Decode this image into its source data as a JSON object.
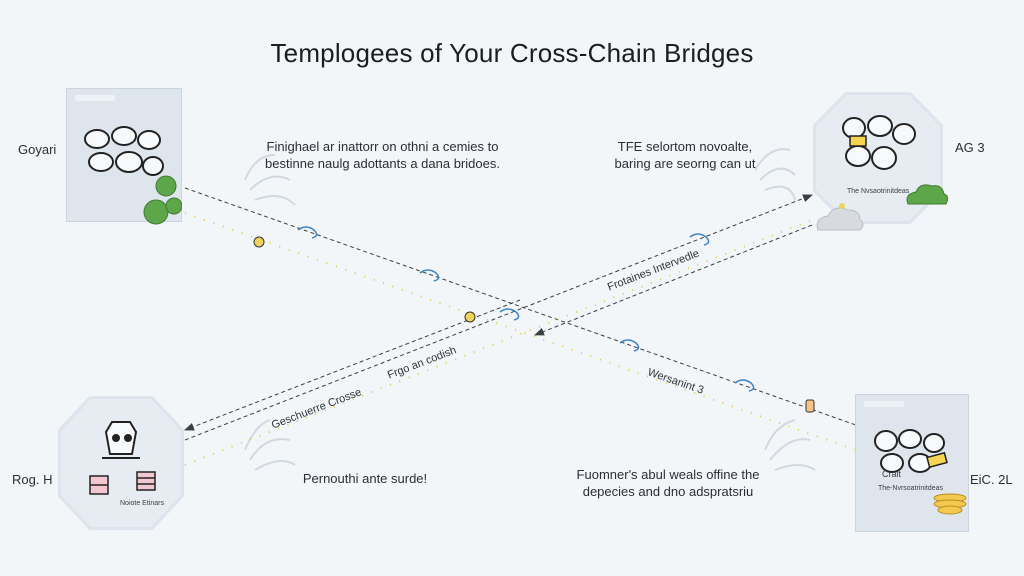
{
  "title": "Templogees of Your Cross-Chain Bridges",
  "corners": {
    "top_left": "Goyari",
    "top_right": "AG 3",
    "bottom_left": "Rog. H",
    "bottom_right": "EiC. 2L"
  },
  "captions": {
    "top_left_line1": "Finighael ar inattorr on othni a cemies to",
    "top_left_line2": "bestinne naulg adottants a dana bridoes.",
    "top_right_line1": "TFE selortom novoalte,",
    "top_right_line2": "baring are seorng can ut",
    "bottom_left": "Pernouthi ante surde!",
    "bottom_right_line1": "Fuomner's abul weals offine the",
    "bottom_right_line2": "depecies and dno adspratsriu"
  },
  "line_labels": {
    "upper_right": "Frotaines Intervedle",
    "lower_right": "Wersanint 3",
    "lower_left": "Geschuerre Crosse",
    "lower_left_2": "Frgo an codish"
  },
  "cards": {
    "top_right_sub": "The Nvsaotrinitdeas",
    "bottom_right_sub": "Cralt",
    "bottom_right_sub2": "The-Nvrsoatrinitdeas",
    "bottom_left_sub": "Noiote Etinars"
  },
  "colors": {
    "background": "#f3f6f8",
    "card": "#dfe5ec",
    "line": "#3a3f46",
    "dot": "#e2c84a",
    "arrow_icon": "#3b82c4",
    "leaf": "#4c9a3a"
  }
}
